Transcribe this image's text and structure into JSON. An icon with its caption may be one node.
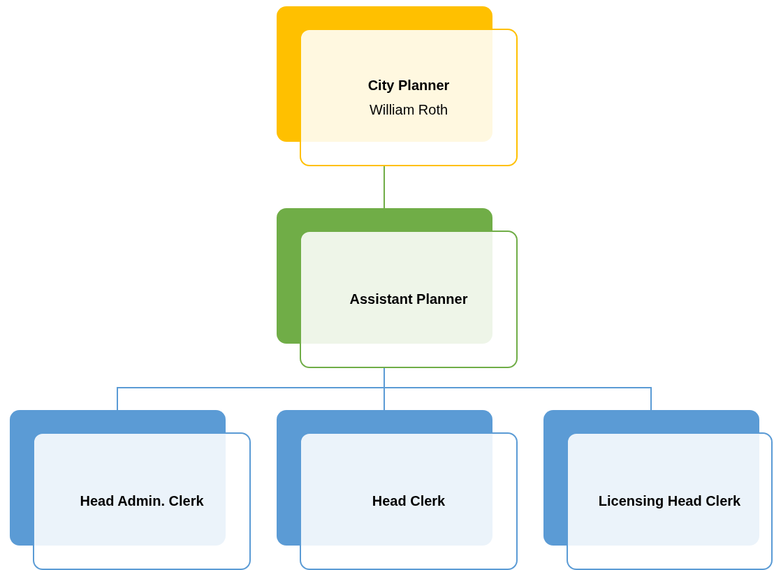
{
  "diagram": {
    "nodes": [
      {
        "text": [
          "City Planner",
          "William Roth"
        ]
      },
      {
        "text": [
          "Assistant Planner"
        ]
      },
      {
        "text": [
          "Head Admin. Clerk"
        ]
      },
      {
        "text": [
          "Head Clerk"
        ]
      },
      {
        "text": [
          "Licensing Head Clerk"
        ]
      }
    ],
    "edges": [
      {
        "from": 0,
        "to": 1,
        "arrow": "none",
        "color": "#70ad47"
      },
      {
        "from": 1,
        "to": 2,
        "arrow": "none"
      },
      {
        "from": 1,
        "to": 3,
        "arrow": "none"
      },
      {
        "from": 1,
        "to": 4,
        "arrow": "none"
      }
    ]
  }
}
